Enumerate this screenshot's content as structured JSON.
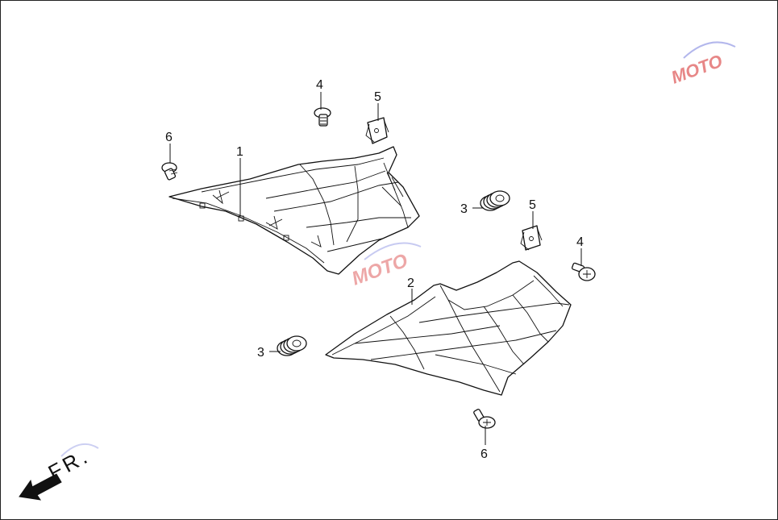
{
  "diagram": {
    "callouts": [
      {
        "id": "c1",
        "label": "1"
      },
      {
        "id": "c2",
        "label": "2"
      },
      {
        "id": "c3a",
        "label": "3"
      },
      {
        "id": "c3b",
        "label": "3"
      },
      {
        "id": "c4a",
        "label": "4"
      },
      {
        "id": "c4b",
        "label": "4"
      },
      {
        "id": "c5a",
        "label": "5"
      },
      {
        "id": "c5b",
        "label": "5"
      },
      {
        "id": "c6a",
        "label": "6"
      },
      {
        "id": "c6b",
        "label": "6"
      }
    ],
    "direction_label": "FR.",
    "watermark": {
      "text": "MOTO",
      "color": "#d9534f",
      "accent": "#7a7fd6"
    }
  }
}
